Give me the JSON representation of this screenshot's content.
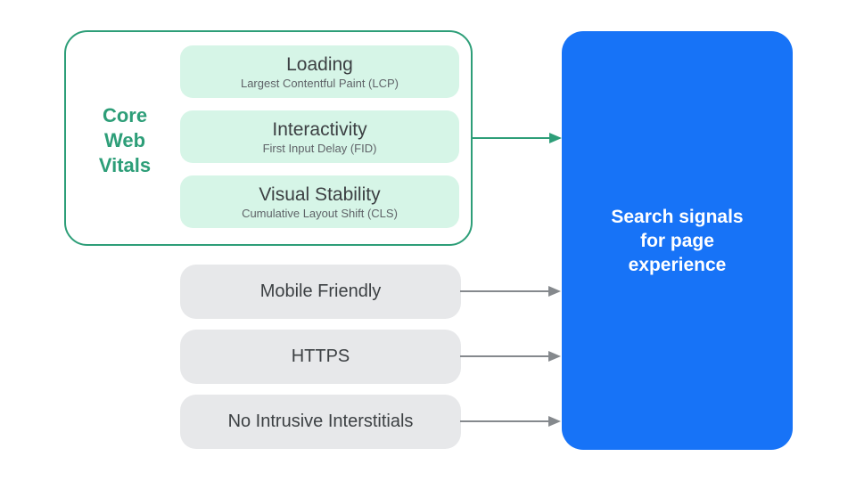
{
  "core_web_vitals": {
    "label": "Core Web Vitals",
    "metrics": [
      {
        "title": "Loading",
        "subtitle": "Largest Contentful Paint (LCP)"
      },
      {
        "title": "Interactivity",
        "subtitle": "First Input Delay (FID)"
      },
      {
        "title": "Visual Stability",
        "subtitle": "Cumulative Layout Shift (CLS)"
      }
    ]
  },
  "other_signals": [
    {
      "label": "Mobile Friendly"
    },
    {
      "label": "HTTPS"
    },
    {
      "label": "No Intrusive Interstitials"
    }
  ],
  "result_box": {
    "label": "Search signals for page experience"
  },
  "icons": {
    "arrows": [
      "arrow-right-green",
      "arrow-right-gray",
      "arrow-right-gray",
      "arrow-right-gray"
    ]
  },
  "colors": {
    "green_accent": "#2D9E78",
    "mint_fill": "#D6F5E7",
    "gray_fill": "#E7E8EA",
    "blue_fill": "#1773F7",
    "title_text": "#3C4043",
    "subtitle_text": "#5F6368",
    "arrow_gray": "#85898D",
    "result_text": "#FFFFFF"
  }
}
